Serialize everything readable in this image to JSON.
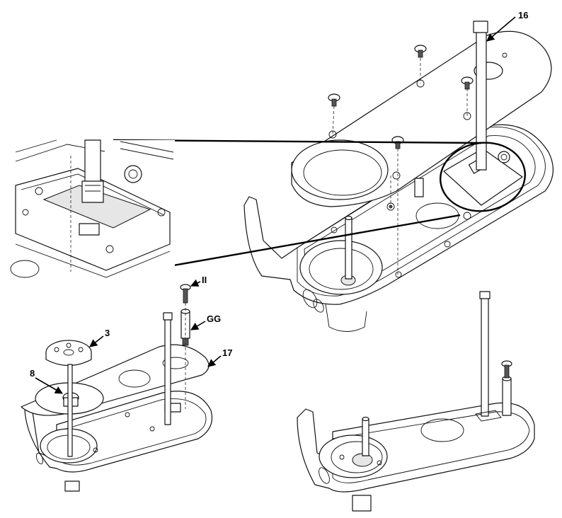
{
  "callouts": {
    "part_16": "16",
    "part_ii": "II",
    "part_gg": "GG",
    "part_3": "3",
    "part_17": "17",
    "part_8": "8"
  },
  "colors": {
    "line": "#111111",
    "fill": "#ffffff",
    "shade": "#e6e6e6"
  }
}
